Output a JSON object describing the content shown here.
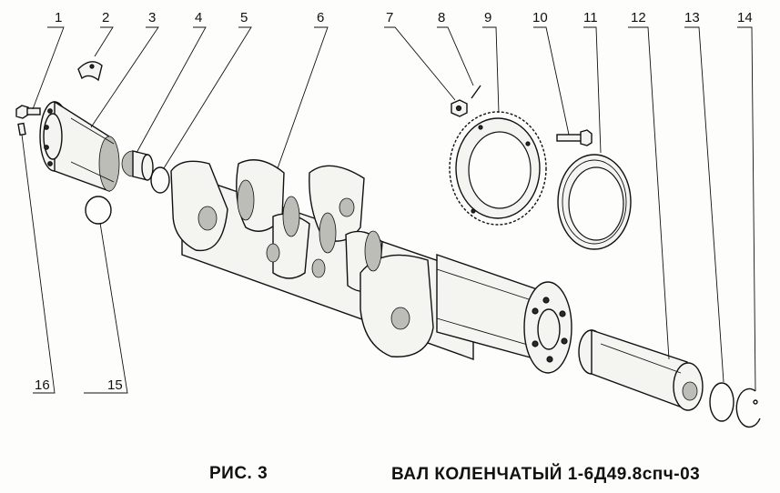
{
  "figure_label": "РИС. 3",
  "title": "ВАЛ КОЛЕНЧАТЫЙ  1-6Д49.8спч-03",
  "callouts": [
    "1",
    "2",
    "3",
    "4",
    "5",
    "6",
    "7",
    "8",
    "9",
    "10",
    "11",
    "12",
    "13",
    "14",
    "15",
    "16"
  ]
}
